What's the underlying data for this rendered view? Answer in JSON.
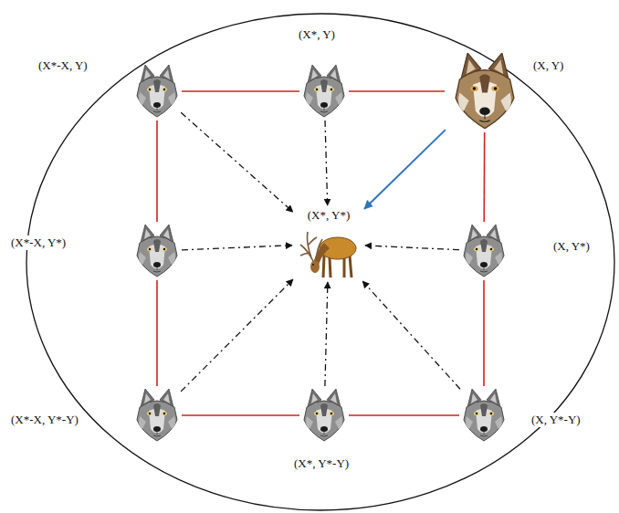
{
  "diagram": {
    "nodes": [
      {
        "text": [
          "(X*, Y)"
        ]
      },
      {
        "text": [
          "(X*-X, Y)"
        ]
      },
      {
        "text": [
          "(X, Y)"
        ]
      },
      {
        "text": [
          "(X*-X, Y*)"
        ]
      },
      {
        "text": [
          "(X*, Y*)"
        ]
      },
      {
        "text": [
          "(X, Y*)"
        ]
      },
      {
        "text": [
          "(X*-X, Y*-Y)"
        ]
      },
      {
        "text": [
          "(X, Y*-Y)"
        ]
      },
      {
        "text": [
          "(X*, Y*-Y)"
        ]
      }
    ],
    "edges": [
      {
        "from": 1,
        "to": 0,
        "arrow": "none"
      },
      {
        "from": 0,
        "to": 2,
        "arrow": "none"
      },
      {
        "from": 2,
        "to": 5,
        "arrow": "none"
      },
      {
        "from": 5,
        "to": 7,
        "arrow": "none"
      },
      {
        "from": 7,
        "to": 8,
        "arrow": "none"
      },
      {
        "from": 8,
        "to": 6,
        "arrow": "none"
      },
      {
        "from": 6,
        "to": 3,
        "arrow": "none"
      },
      {
        "from": 3,
        "to": 1,
        "arrow": "none"
      },
      {
        "from": 1,
        "to": 4,
        "arrow": "to"
      },
      {
        "from": 0,
        "to": 4,
        "arrow": "to"
      },
      {
        "from": 2,
        "to": 4,
        "arrow": "to"
      },
      {
        "from": 3,
        "to": 4,
        "arrow": "to"
      },
      {
        "from": 5,
        "to": 4,
        "arrow": "to"
      },
      {
        "from": 6,
        "to": 4,
        "arrow": "to"
      },
      {
        "from": 8,
        "to": 4,
        "arrow": "to"
      },
      {
        "from": 7,
        "to": 4,
        "arrow": "to"
      }
    ]
  }
}
